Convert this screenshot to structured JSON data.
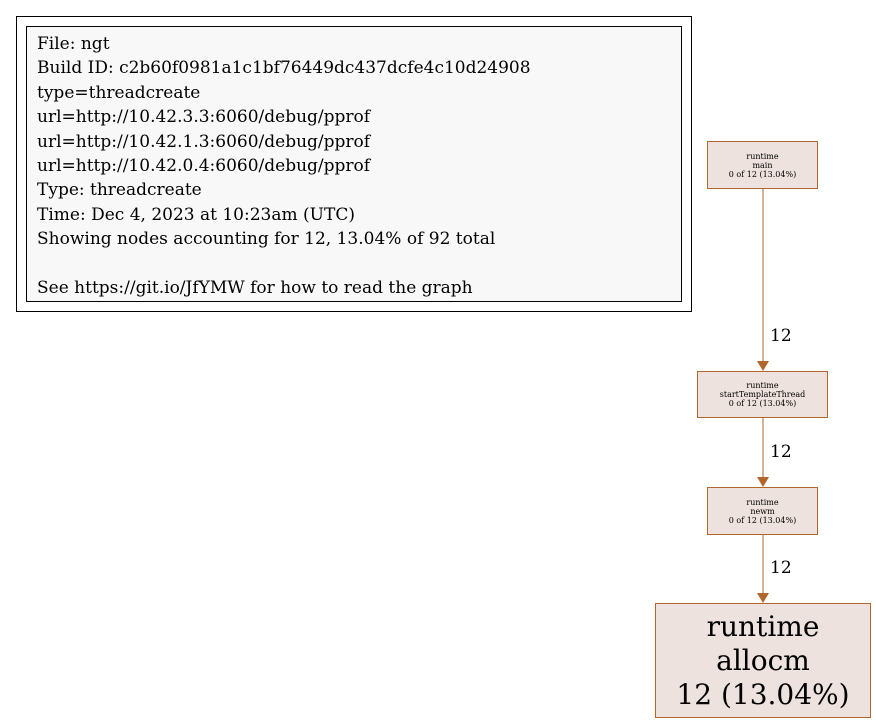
{
  "legend": {
    "lines": [
      "File: ngt",
      "Build ID: c2b60f0981a1c1bf76449dc437dcfe4c10d24908",
      "type=threadcreate",
      "url=http://10.42.3.3:6060/debug/pprof",
      "url=http://10.42.1.3:6060/debug/pprof",
      "url=http://10.42.0.4:6060/debug/pprof",
      "Type: threadcreate",
      "Time: Dec 4, 2023 at 10:23am (UTC)",
      "Showing nodes accounting for 12, 13.04% of 92 total"
    ],
    "footer": "See https://git.io/JfYMW for how to read the graph"
  },
  "nodes": {
    "main": {
      "package": "runtime",
      "func": "main",
      "stats": "0 of 12 (13.04%)"
    },
    "start_template_thread": {
      "package": "runtime",
      "func": "startTemplateThread",
      "stats": "0 of 12 (13.04%)"
    },
    "newm": {
      "package": "runtime",
      "func": "newm",
      "stats": "0 of 12 (13.04%)"
    },
    "allocm": {
      "package": "runtime",
      "func": "allocm",
      "stats": "12 (13.04%)"
    }
  },
  "edges": {
    "main_to_start_template_thread": "12",
    "start_template_thread_to_newm": "12",
    "newm_to_allocm": "12"
  },
  "colors": {
    "node_border": "#b2662b",
    "node_fill": "#ede2dd",
    "edge": "#b2662b",
    "legend_fill": "#f8f8f8"
  }
}
